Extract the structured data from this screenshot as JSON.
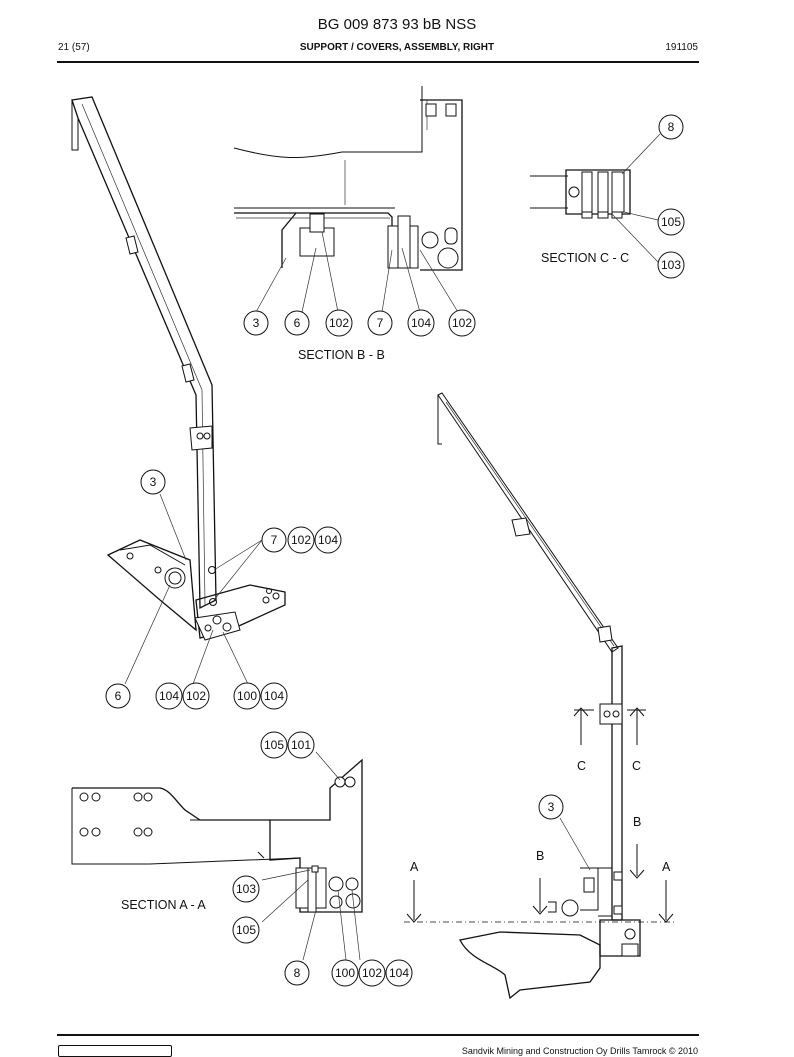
{
  "header": {
    "doc_title": "BG 009 873 93 bB NSS",
    "page": "21 (57)",
    "section_title": "SUPPORT / COVERS, ASSEMBLY, RIGHT",
    "date_code": "191105"
  },
  "footer": {
    "copyright": "Sandvik Mining and Construction Oy Drills Tamrock © 2010"
  },
  "section_labels": {
    "section_bb": "SECTION B - B",
    "section_cc": "SECTION C - C",
    "section_aa": "SECTION A - A"
  },
  "cut_markers": {
    "a": "A",
    "b": "B",
    "c": "C"
  },
  "callouts": {
    "bb": [
      "3",
      "6",
      "102",
      "7",
      "104",
      "102"
    ],
    "cc": [
      "8",
      "105",
      "103"
    ],
    "main_left": [
      "3",
      "7",
      "102",
      "104",
      "6",
      "104",
      "102",
      "100",
      "104"
    ],
    "aa": [
      "105",
      "101",
      "103",
      "105",
      "8",
      "100",
      "102",
      "104"
    ],
    "side_view": [
      "3"
    ]
  }
}
